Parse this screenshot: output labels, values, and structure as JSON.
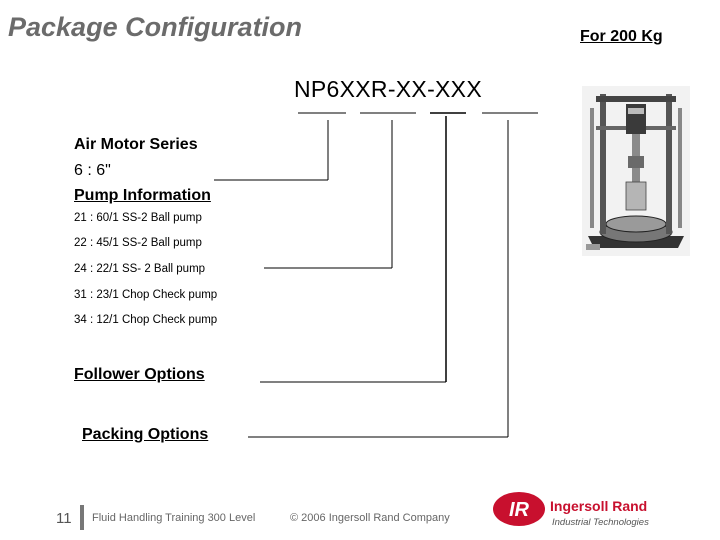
{
  "header": {
    "title": "Package Configuration",
    "for_label": "For  200 Kg"
  },
  "model_code": "NP6XXR-XX-XXX",
  "sections": {
    "air_motor": {
      "heading": "Air Motor Series",
      "value": "6 : 6\""
    },
    "pump_info": {
      "heading": "Pump Information",
      "options": [
        "21 : 60/1 SS-2 Ball pump",
        "22 : 45/1 SS-2 Ball pump",
        "24 : 22/1 SS- 2 Ball pump",
        "31 : 23/1 Chop Check pump",
        "34 : 12/1 Chop Check pump"
      ]
    },
    "follower": {
      "heading": "Follower Options"
    },
    "packing": {
      "heading": "Packing Options"
    }
  },
  "footer": {
    "page_number": "11",
    "course": "Fluid Handling  Training  300 Level",
    "copyright": "© 2006 Ingersoll Rand Company"
  },
  "logo": {
    "mark": "IR",
    "brand": "Ingersoll Rand",
    "subtitle": "Industrial Technologies",
    "color": "#c8102e"
  },
  "colors": {
    "title": "#6b6b6b",
    "lines": "#000000"
  }
}
